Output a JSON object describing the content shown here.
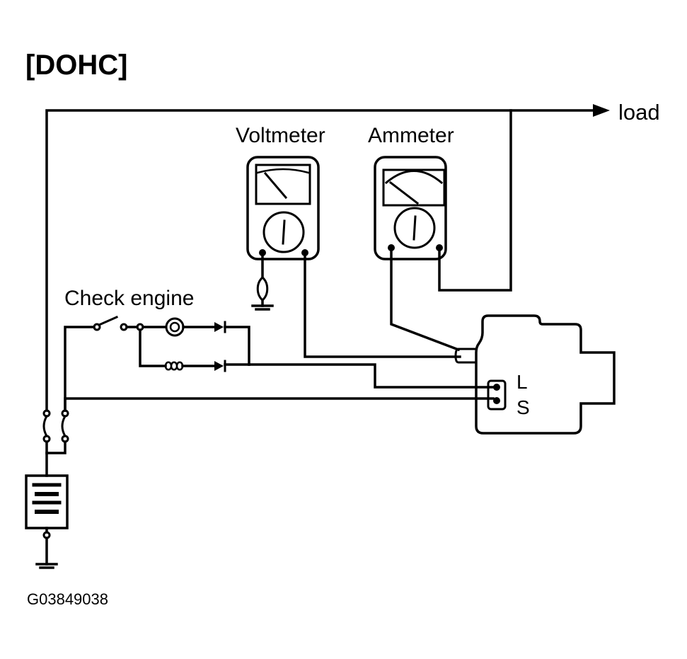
{
  "title": "[DOHC]",
  "labels": {
    "load": "load",
    "voltmeter": "Voltmeter",
    "ammeter": "Ammeter",
    "check_engine": "Check engine",
    "terminal_l": "L",
    "terminal_s": "S"
  },
  "figure_id": "G03849038"
}
